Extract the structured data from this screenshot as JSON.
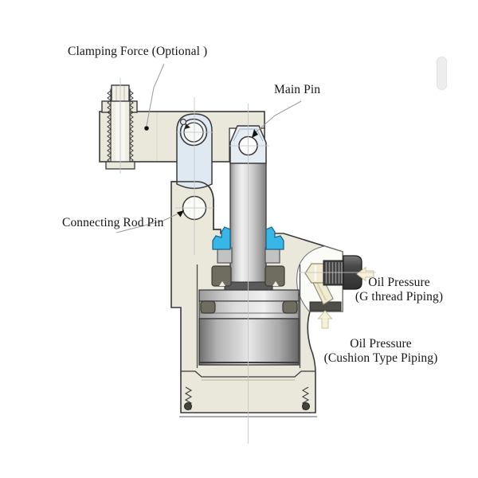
{
  "diagram": {
    "title": "link-clamp-cylinder-cross-section",
    "labels": {
      "clamping_force": "Clamping Force (Optional )",
      "main_pin": "Main Pin",
      "connecting_rod_pin": "Connecting Rod Pin",
      "oil_pressure_g": {
        "line1": "Oil Pressure",
        "line2": "(G thread Piping)"
      },
      "oil_pressure_cushion": {
        "line1": "Oil Pressure",
        "line2": "(Cushion Type Piping)"
      }
    },
    "colors": {
      "body_fill": "#eae7db",
      "body_light": "#f1efe6",
      "link_fill": "#dfe9f1",
      "link_light": "#edf3f7",
      "seal_blue": "#38b6e6",
      "seal_blue_dark": "#1a5f86",
      "metal_dark": "#474747",
      "gland_grey": "#c2c2c2",
      "olive_seal": "#6e6d60",
      "fitting_cream": "#f0ebd2",
      "arrow_fill": "#f6f2da",
      "arrow_edge": "#c9c2a0",
      "outline": "#3a3a3a",
      "centerline": "#c6c6c6",
      "pocket_white": "#fbfbf8"
    }
  }
}
